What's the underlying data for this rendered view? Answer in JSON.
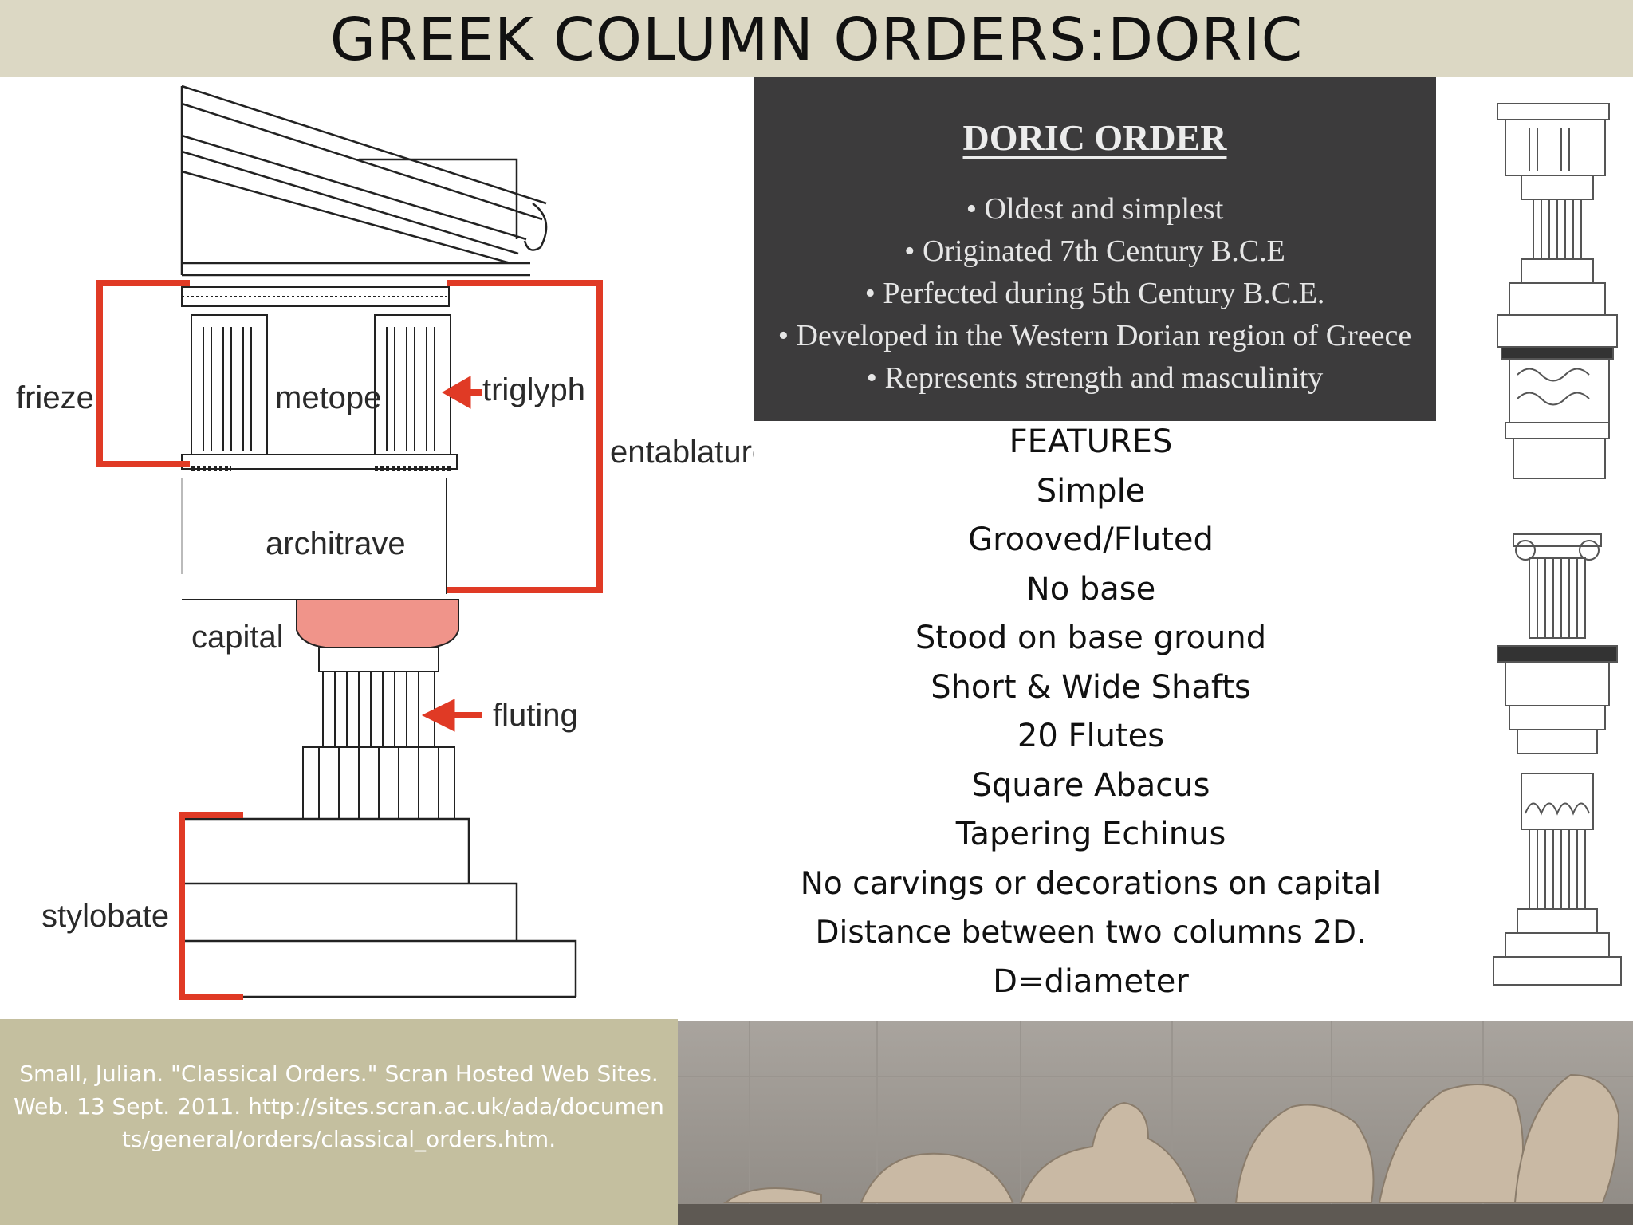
{
  "title": "GREEK COLUMN ORDERS:DORIC",
  "diagram": {
    "labels": {
      "frieze": "frieze",
      "metope": "metope",
      "triglyph": "triglyph",
      "entablature": "entablature",
      "architrave": "architrave",
      "capital": "capital",
      "fluting": "fluting",
      "stylobate": "stylobate"
    },
    "accent_color": "#e03a25",
    "capital_fill": "#f0948a"
  },
  "doric_box": {
    "heading": "DORIC ORDER",
    "bullets": [
      "• Oldest and simplest",
      "• Originated 7th Century B.C.E",
      "• Perfected during 5th Century B.C.E.",
      "• Developed in the Western Dorian region of Greece",
      "• Represents strength and masculinity"
    ],
    "background": "#3c3b3c"
  },
  "features": {
    "heading": "FEATURES",
    "items": [
      "Simple",
      "Grooved/Fluted",
      "No base",
      "Stood on base ground",
      "Short & Wide Shafts",
      "20 Flutes",
      "Square Abacus",
      "Tapering Echinus",
      "No carvings or decorations on capital",
      "Distance between two columns 2D.",
      "D=diameter"
    ]
  },
  "citation": {
    "text": "Small, Julian. \"Classical Orders.\" Scran Hosted Web Sites. Web. 13 Sept. 2011. http://sites.scran.ac.uk/ada/documents/general/orders/classical_orders.htm.",
    "background": "#c4bf9f"
  },
  "colors": {
    "title_bar": "#dcd8c4"
  }
}
